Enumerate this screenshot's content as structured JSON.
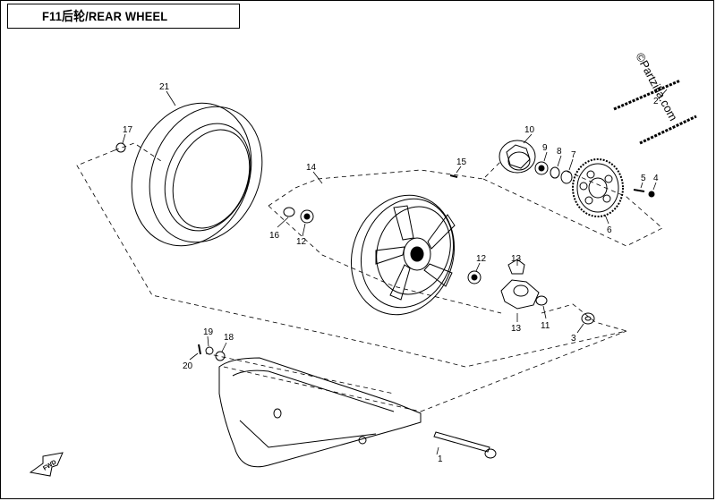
{
  "title": "F11后轮/REAR WHEEL",
  "watermark": "©Partzilla.com",
  "fwd_label": "FWD",
  "callouts": [
    "1",
    "2",
    "3",
    "4",
    "5",
    "6",
    "7",
    "8",
    "9",
    "10",
    "11",
    "12",
    "12",
    "13",
    "13",
    "14",
    "15",
    "16",
    "17",
    "18",
    "19",
    "20",
    "21"
  ],
  "colors": {
    "line": "#000000",
    "background": "#ffffff"
  }
}
